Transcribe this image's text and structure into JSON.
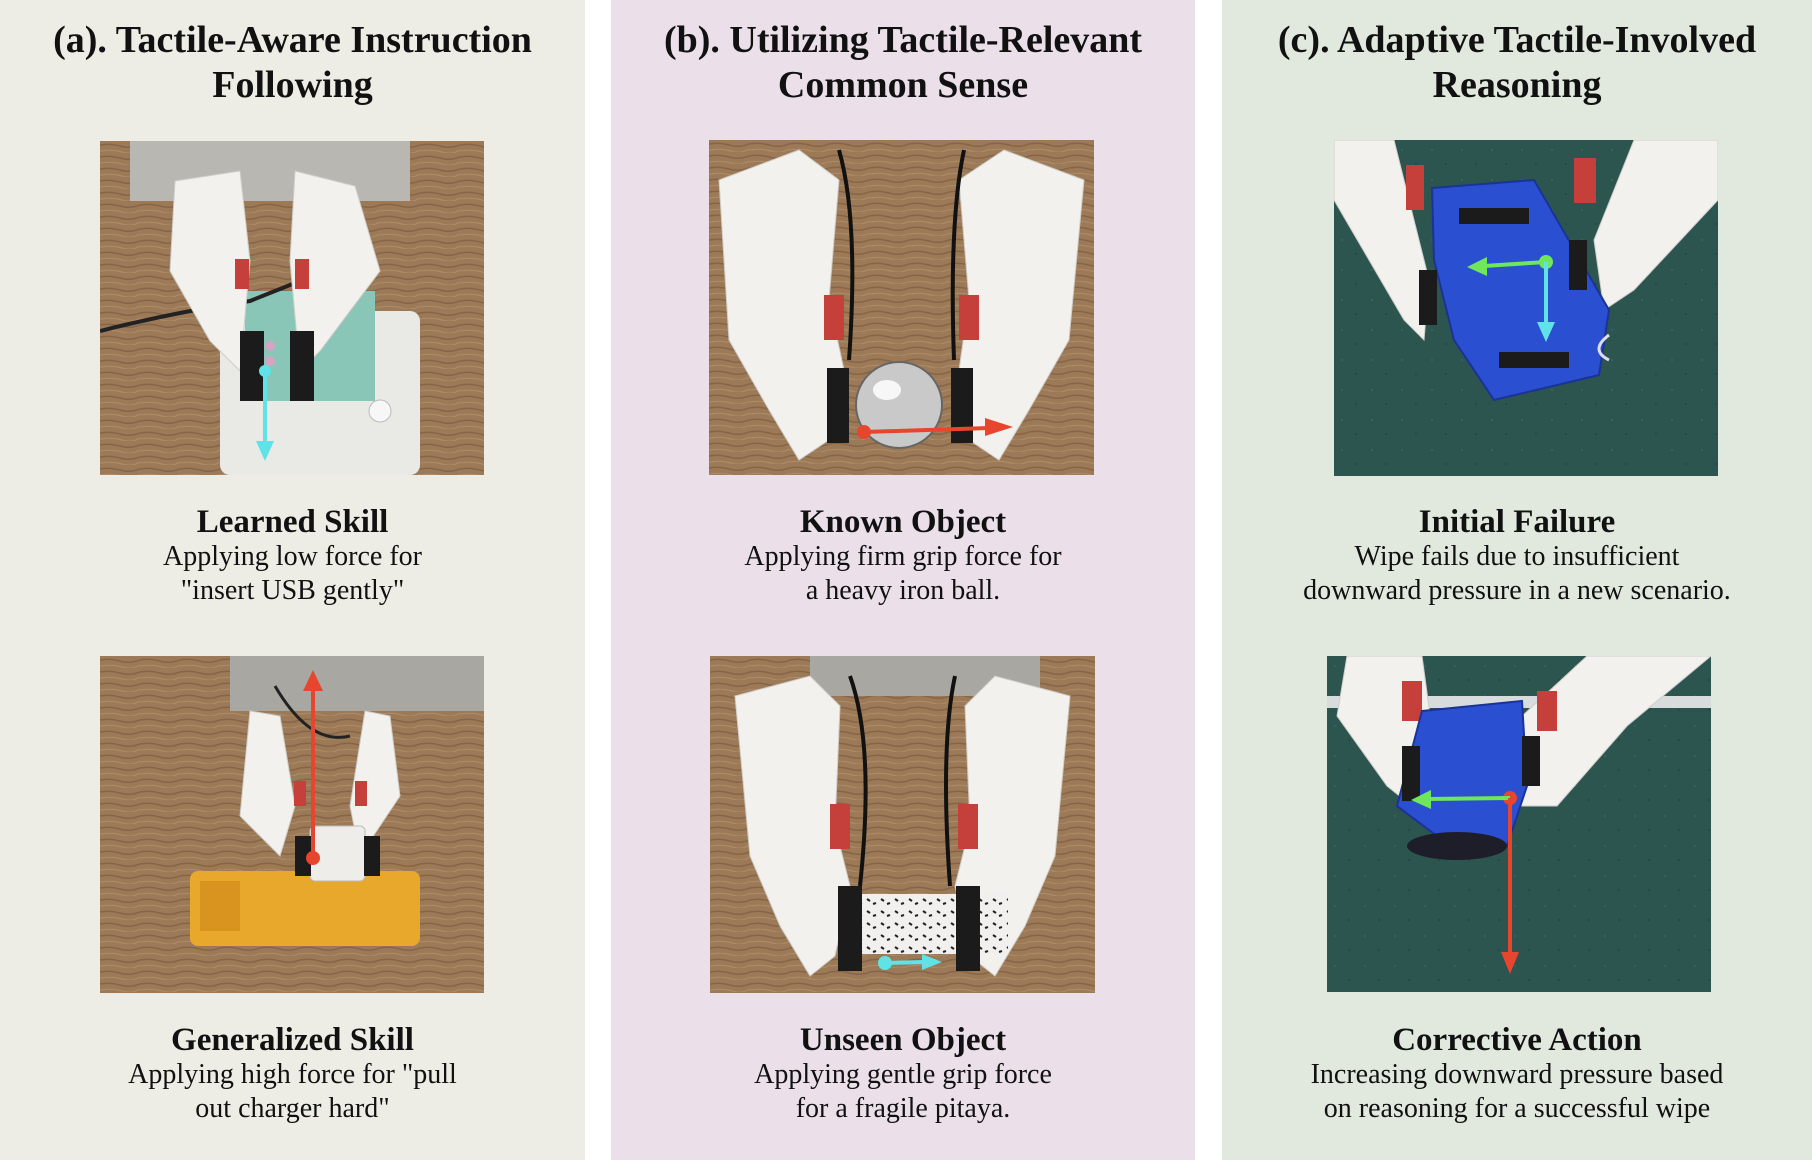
{
  "panels": [
    {
      "title_line1": "(a). Tactile-Aware Instruction",
      "title_line2": "Following",
      "top": {
        "heading": "Learned Skill",
        "line1": "Applying low force for",
        "line2": "\"insert USB gently\""
      },
      "bottom": {
        "heading": "Generalized Skill",
        "line1": "Applying high force for \"pull",
        "line2": "out charger hard\""
      }
    },
    {
      "title_line1": "(b). Utilizing Tactile-Relevant",
      "title_line2": "Common Sense",
      "top": {
        "heading": "Known Object",
        "line1": "Applying firm grip force for",
        "line2": "a heavy iron ball."
      },
      "bottom": {
        "heading": "Unseen Object",
        "line1": "Applying gentle grip force",
        "line2": "for a fragile pitaya."
      }
    },
    {
      "title_line1": "(c). Adaptive Tactile-Involved",
      "title_line2": "Reasoning",
      "top": {
        "heading": "Initial Failure",
        "line1": "Wipe fails due to insufficient",
        "line2": "downward pressure in a new scenario."
      },
      "bottom": {
        "heading": "Corrective Action",
        "line1": "Increasing downward pressure based",
        "line2": "on reasoning for a successful wipe"
      }
    }
  ],
  "colors": {
    "panel_a_bg": "#ededE6",
    "panel_b_bg": "#ebe0ea",
    "panel_c_bg": "#e1e9df",
    "arrow_red": "#e8452e",
    "arrow_cyan": "#5fe3e6",
    "arrow_green": "#6ee85a"
  },
  "photos": [
    {
      "name": "usb-insert-photo",
      "arrow": "cyan downward (low force)"
    },
    {
      "name": "charger-pull-photo",
      "arrow": "red upward (high force)"
    },
    {
      "name": "iron-ball-photo",
      "arrow": "red horizontal (firm grip)"
    },
    {
      "name": "pitaya-photo",
      "arrow": "cyan horizontal (gentle grip)"
    },
    {
      "name": "wipe-fail-photo",
      "arrow": "green horizontal and cyan downward"
    },
    {
      "name": "wipe-correct-photo",
      "arrow": "green horizontal and red downward"
    }
  ]
}
